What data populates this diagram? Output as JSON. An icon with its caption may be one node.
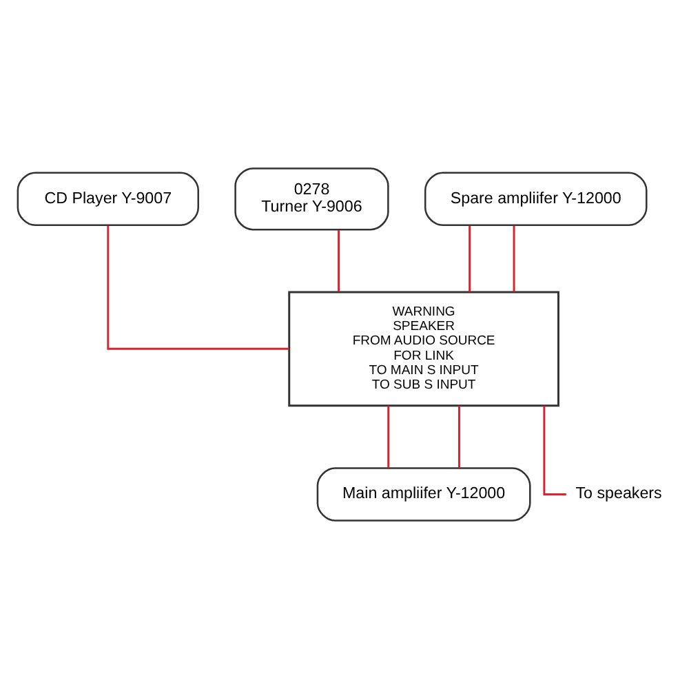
{
  "diagram": {
    "nodes": [
      {
        "text": [
          "CD Player Y-9007"
        ]
      },
      {
        "text": [
          "0278",
          "Turner Y-9006"
        ]
      },
      {
        "text": [
          "Spare ampliifer Y-12000"
        ]
      },
      {
        "text": [
          "WARNING",
          "SPEAKER",
          "FROM AUDIO SOURCE",
          "FOR LINK",
          "TO MAIN S INPUT",
          "TO SUB S INPUT"
        ]
      },
      {
        "text": [
          "Main ampliifer Y-12000"
        ]
      },
      {
        "text": [
          "To speakers"
        ]
      }
    ],
    "edges": [
      {
        "from": 1,
        "to": 3,
        "arrow": "none"
      },
      {
        "from": 0,
        "to": 3,
        "arrow": "none"
      },
      {
        "from": 2,
        "to": 3,
        "arrow": "none"
      },
      {
        "from": 2,
        "to": 3,
        "arrow": "none"
      },
      {
        "from": 3,
        "to": 4,
        "arrow": "none"
      },
      {
        "from": 3,
        "to": 4,
        "arrow": "none"
      },
      {
        "from": 3,
        "to": 5,
        "arrow": "none"
      }
    ]
  }
}
